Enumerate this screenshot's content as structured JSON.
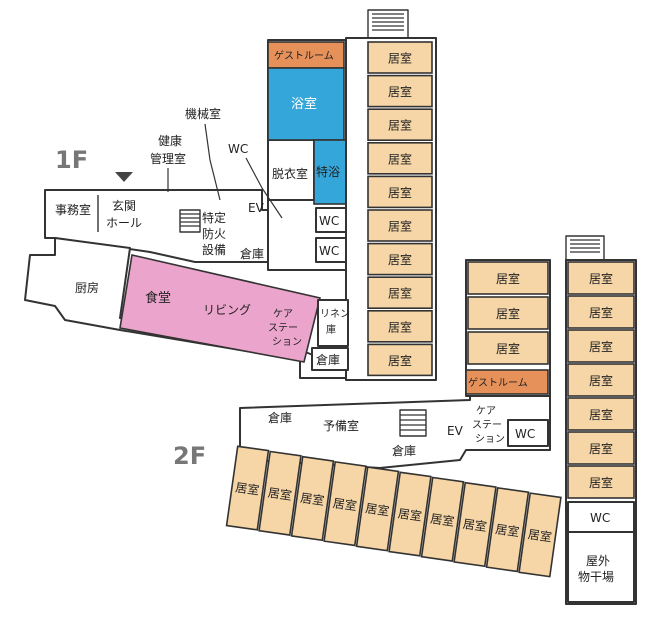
{
  "floors": {
    "first": "1F",
    "second": "2F"
  },
  "rooms_1f": {
    "guest_room": "ゲストルーム",
    "bath": "浴室",
    "special_bath": "特浴",
    "dressing": "脱衣室",
    "machine_room": "機械室",
    "health": "健康管理室",
    "wc": "WC",
    "ev": "EV",
    "office": "事務室",
    "entrance": "玄関ホール",
    "disaster": "特定防火設備",
    "storage": "倉庫",
    "kitchen": "厨房",
    "dining": "食堂",
    "living": "リビング",
    "care_station": "ケアステーション",
    "linen": "リネン庫",
    "living_room": "居室",
    "living_room_count": 10
  },
  "rooms_2f": {
    "guest_room": "ゲストルーム",
    "care_station": "ケアステーション",
    "wc": "WC",
    "ev": "EV",
    "storage": "倉庫",
    "spare": "予備室",
    "drying": "屋外物干場",
    "living_room": "居室",
    "center_count": 3,
    "right_count": 7,
    "bottom_count": 10
  },
  "colors": {
    "living_room": "#F6D5A6",
    "bath": "#35A6D9",
    "dining": "#EBA4CB",
    "guest_room": "#E7915A"
  },
  "icons": {
    "entrance_marker": "triangle-down-icon",
    "stairs": "stairs-icon"
  }
}
